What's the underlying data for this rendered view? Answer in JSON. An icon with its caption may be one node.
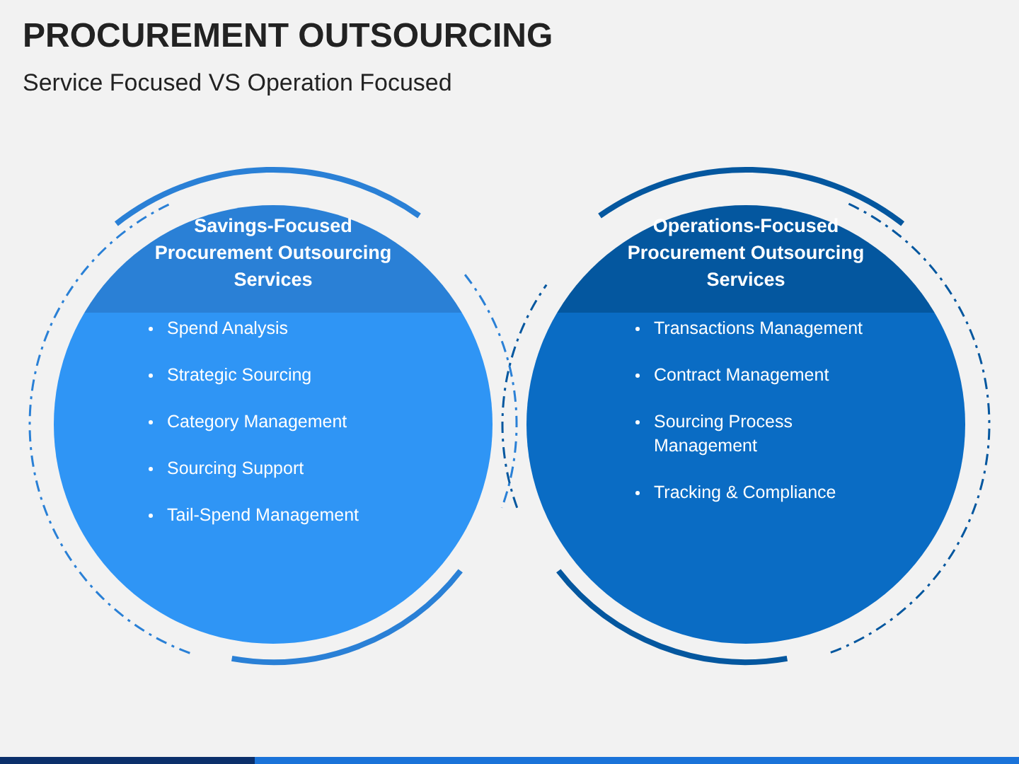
{
  "diagram": {
    "title": "PROCUREMENT OUTSOURCING",
    "nodes": [
      {
        "text": [
          "Savings-Focused Procurement Outsourcing Services",
          "Spend Analysis",
          "Strategic Sourcing",
          "Category Management",
          "Sourcing Support",
          "Tail-Spend Management"
        ]
      },
      {
        "text": [
          "Operations-Focused Procurement Outsourcing Services",
          "Transactions Management",
          "Contract Management",
          "Sourcing Process Management",
          "Tracking & Compliance"
        ]
      }
    ],
    "labels": [
      "Service Focused VS Operation Focused"
    ]
  }
}
